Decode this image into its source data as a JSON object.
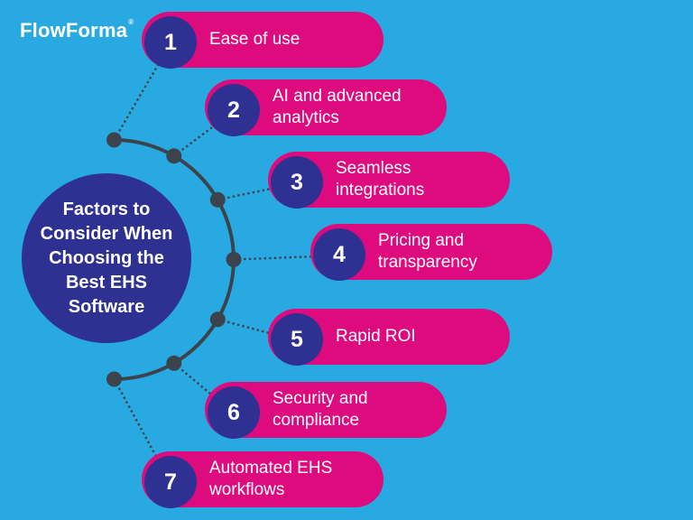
{
  "brand": {
    "logo_text": "FlowForma",
    "trademark": "®"
  },
  "center": {
    "title_lines": [
      "Factors to",
      "Consider When",
      "Choosing the",
      "Best EHS",
      "Software"
    ]
  },
  "items": [
    {
      "number": "1",
      "label": "Ease of use"
    },
    {
      "number": "2",
      "label": "AI and advanced analytics"
    },
    {
      "number": "3",
      "label": "Seamless integrations"
    },
    {
      "number": "4",
      "label": "Pricing and transparency"
    },
    {
      "number": "5",
      "label": "Rapid ROI"
    },
    {
      "number": "6",
      "label": "Security and compliance"
    },
    {
      "number": "7",
      "label": "Automated EHS workflows"
    }
  ],
  "colors": {
    "background": "#29A9E1",
    "pill": "#DE0B7F",
    "navy": "#2E3192",
    "connector": "#3B444D",
    "text": "#FFFFFF"
  }
}
